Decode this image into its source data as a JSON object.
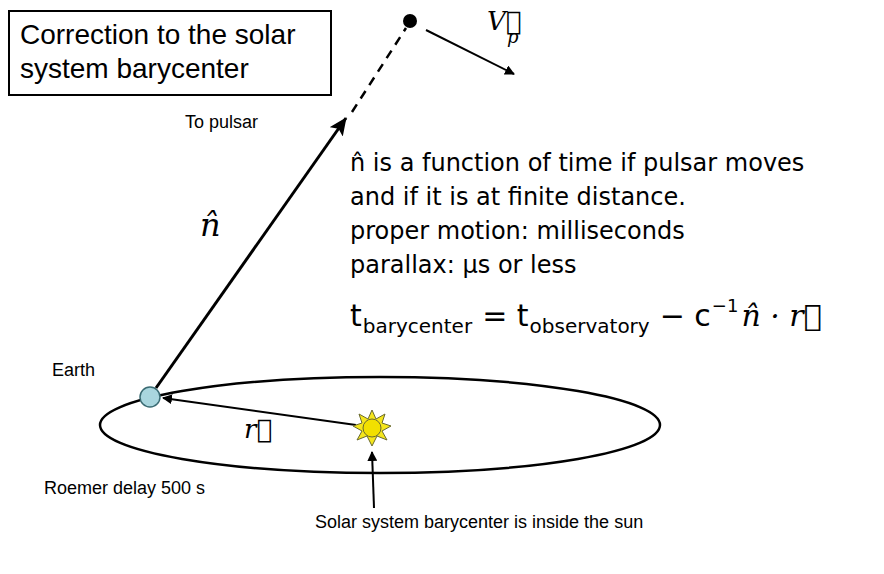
{
  "diagram": {
    "title": "Correction to the solar system barycenter",
    "labels": [
      "To pulsar",
      "V⃗",
      "p",
      "n̂",
      "n̂ is a function of time if pulsar moves and if it is at finite distance.",
      "proper motion: milliseconds",
      "parallax: μs or less",
      "t",
      "barycenter",
      "= t",
      "observatory",
      "− c",
      "−1",
      "n̂ · r⃗",
      "Earth",
      "r⃗",
      "Roemer delay 500 s",
      "Solar system barycenter is inside the sun"
    ]
  }
}
